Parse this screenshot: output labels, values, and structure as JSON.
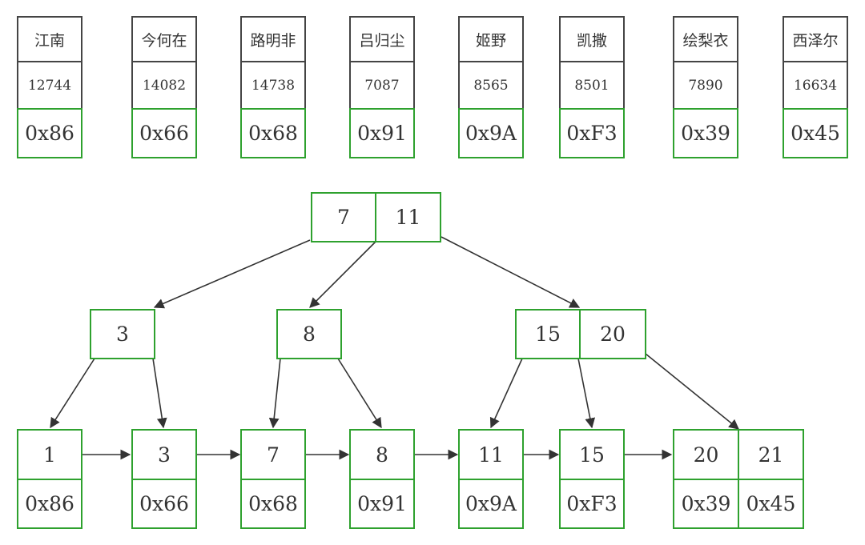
{
  "colors": {
    "record_border": "#444444",
    "node_border": "#2ea12e",
    "arrow": "#333333"
  },
  "records": [
    {
      "name": "江南",
      "value": "12744",
      "addr": "0x86"
    },
    {
      "name": "今何在",
      "value": "14082",
      "addr": "0x66"
    },
    {
      "name": "路明非",
      "value": "14738",
      "addr": "0x68"
    },
    {
      "name": "吕归尘",
      "value": "7087",
      "addr": "0x91"
    },
    {
      "name": "姬野",
      "value": "8565",
      "addr": "0x9A"
    },
    {
      "name": "凯撒",
      "value": "8501",
      "addr": "0xF3"
    },
    {
      "name": "绘梨衣",
      "value": "7890",
      "addr": "0x39"
    },
    {
      "name": "西泽尔",
      "value": "16634",
      "addr": "0x45"
    }
  ],
  "tree": {
    "root": [
      "7",
      "11"
    ],
    "level2": [
      [
        "3"
      ],
      [
        "8"
      ],
      [
        "15",
        "20"
      ]
    ],
    "leaves": [
      {
        "key": "1",
        "addr": "0x86"
      },
      {
        "key": "3",
        "addr": "0x66"
      },
      {
        "key": "7",
        "addr": "0x68"
      },
      {
        "key": "8",
        "addr": "0x91"
      },
      {
        "key": "11",
        "addr": "0x9A"
      },
      {
        "key": "15",
        "addr": "0xF3"
      },
      {
        "key": "20",
        "addr": "0x39"
      },
      {
        "key": "21",
        "addr": "0x45"
      }
    ]
  }
}
